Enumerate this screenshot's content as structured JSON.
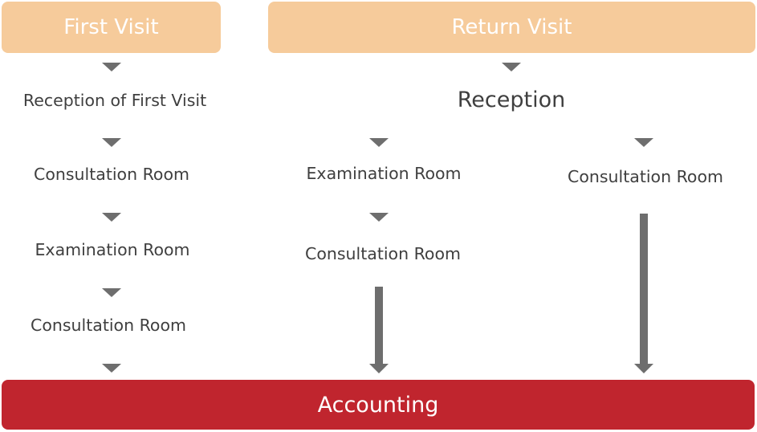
{
  "headers": {
    "first_visit": "First Visit",
    "return_visit": "Return Visit"
  },
  "first_visit_steps": [
    "Reception of First Visit",
    "Consultation Room",
    "Examination Room",
    "Consultation Room"
  ],
  "return_visit": {
    "reception": "Reception",
    "branch_a": [
      "Examination Room",
      "Consultation Room"
    ],
    "branch_b": [
      "Consultation Room"
    ]
  },
  "footer": "Accounting",
  "colors": {
    "header_bg": "#f6cb9b",
    "footer_bg": "#c0252e",
    "arrow": "#6e6e6e",
    "text": "#3f3f3f"
  }
}
